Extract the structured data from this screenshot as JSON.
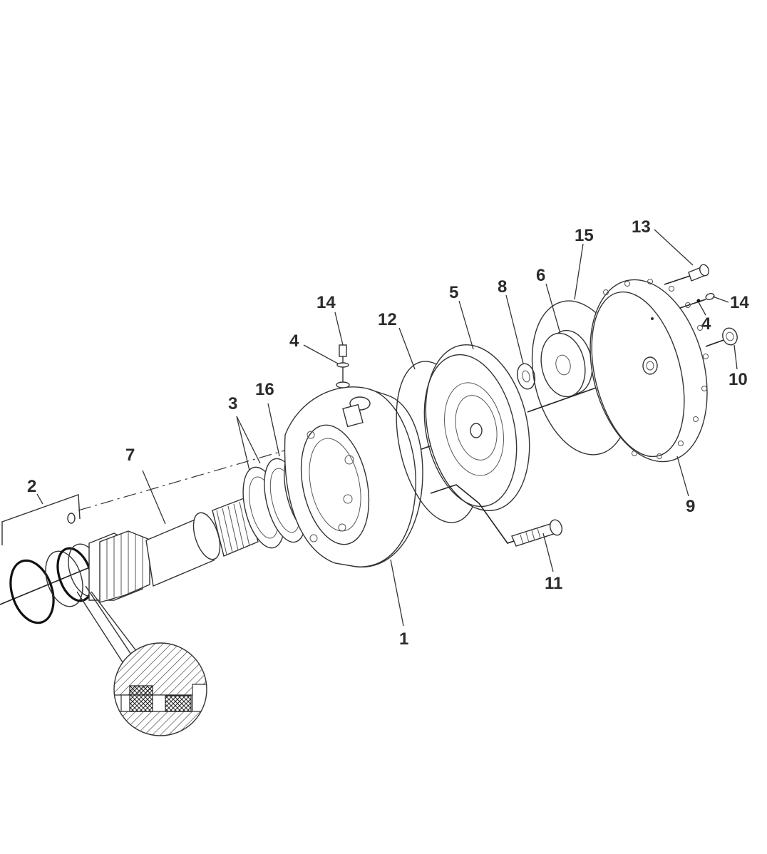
{
  "diagram": {
    "callouts": [
      {
        "id": "2",
        "text": "2"
      },
      {
        "id": "7",
        "text": "7"
      },
      {
        "id": "3",
        "text": "3"
      },
      {
        "id": "16",
        "text": "16"
      },
      {
        "id": "4a",
        "text": "4"
      },
      {
        "id": "14a",
        "text": "14"
      },
      {
        "id": "12",
        "text": "12"
      },
      {
        "id": "5",
        "text": "5"
      },
      {
        "id": "8",
        "text": "8"
      },
      {
        "id": "6",
        "text": "6"
      },
      {
        "id": "15",
        "text": "15"
      },
      {
        "id": "13",
        "text": "13"
      },
      {
        "id": "14b",
        "text": "14"
      },
      {
        "id": "4b",
        "text": "4"
      },
      {
        "id": "10",
        "text": "10"
      },
      {
        "id": "9",
        "text": "9"
      },
      {
        "id": "11",
        "text": "11"
      },
      {
        "id": "1",
        "text": "1"
      }
    ],
    "colors": {
      "line": "#333333",
      "label": "#2b2b2b",
      "background": "#ffffff"
    }
  }
}
